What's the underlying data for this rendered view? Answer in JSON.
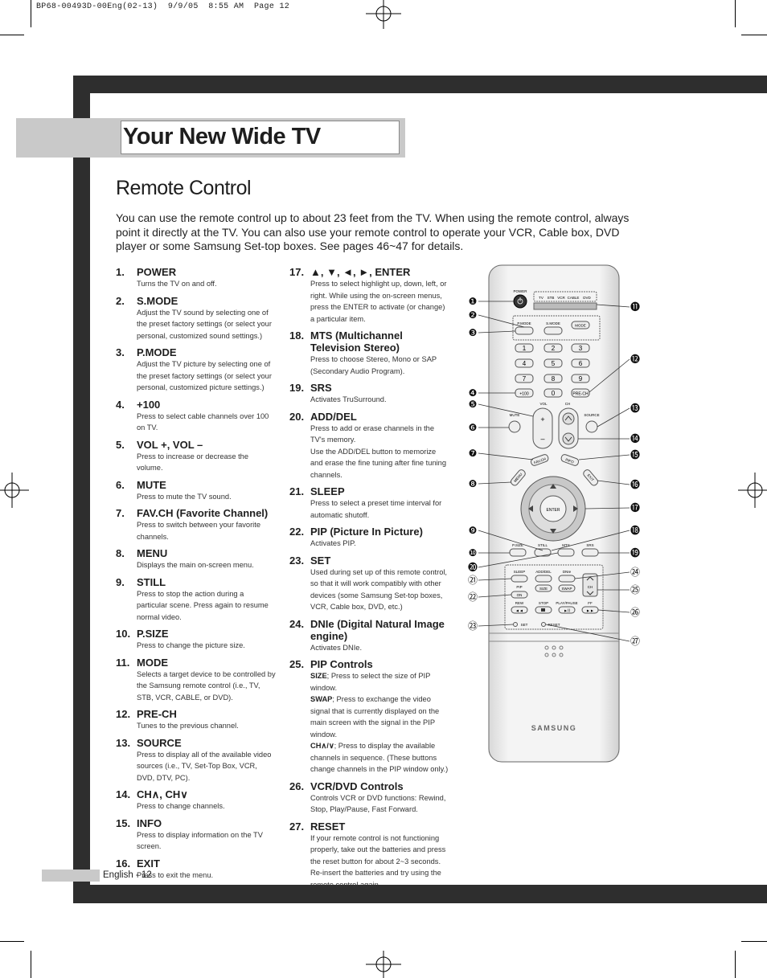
{
  "print_header": "BP68-00493D-00Eng(02-13)  9/9/05  8:55 AM  Page 12",
  "page_title": "Your New Wide TV",
  "section_title": "Remote Control",
  "intro": "You can use the remote control up to about 23 feet from the TV. When using the remote control, always point it directly at the TV. You can also use your remote control to operate your VCR, Cable box, DVD player or some Samsung Set-top boxes. See pages 46~47 for details.",
  "left_items": [
    {
      "num": "1.",
      "name": "POWER",
      "desc": "Turns the TV on and off."
    },
    {
      "num": "2.",
      "name": "S.MODE",
      "desc": "Adjust the TV sound by selecting one of the preset factory settings (or select your personal, customized sound settings.)"
    },
    {
      "num": "3.",
      "name": "P.MODE",
      "desc": "Adjust the TV picture by selecting one of the preset factory settings (or select your personal, customized picture settings.)"
    },
    {
      "num": "4.",
      "name": "+100",
      "desc": "Press to select cable channels over 100 on TV."
    },
    {
      "num": "5.",
      "name": "VOL +, VOL –",
      "desc": "Press to increase or decrease the volume."
    },
    {
      "num": "6.",
      "name": "MUTE",
      "desc": "Press to mute the TV sound."
    },
    {
      "num": "7.",
      "name": "FAV.CH (Favorite Channel)",
      "desc": "Press to switch between your favorite channels."
    },
    {
      "num": "8.",
      "name": "MENU",
      "desc": "Displays the main on-screen menu."
    },
    {
      "num": "9.",
      "name": "STILL",
      "desc": "Press to stop the action during a particular scene. Press again to resume normal video."
    },
    {
      "num": "10.",
      "name": "P.SIZE",
      "desc": "Press to change the picture size."
    },
    {
      "num": "11.",
      "name": "MODE",
      "desc": "Selects a target device to be controlled by the Samsung remote control (i.e., TV, STB, VCR, CABLE, or DVD)."
    },
    {
      "num": "12.",
      "name": "PRE-CH",
      "desc": "Tunes to the previous channel."
    },
    {
      "num": "13.",
      "name": "SOURCE",
      "desc": "Press to display all of the available video sources (i.e., TV, Set-Top Box, VCR, DVD, DTV, PC)."
    },
    {
      "num": "14.",
      "name": "CH∧, CH∨",
      "desc": "Press to change channels."
    },
    {
      "num": "15.",
      "name": "INFO",
      "desc": "Press to display information on the TV screen."
    },
    {
      "num": "16.",
      "name": "EXIT",
      "desc": "Press to exit the menu."
    }
  ],
  "right_items": [
    {
      "num": "17.",
      "name": "▲, ▼, ◄, ►, ENTER",
      "desc": "Press to select highlight up, down, left, or right. While using the on-screen menus, press the ENTER to activate (or change) a particular item."
    },
    {
      "num": "18.",
      "name": "MTS (Multichannel Television Stereo)",
      "desc": "Press to choose Stereo, Mono or SAP (Secondary Audio Program)."
    },
    {
      "num": "19.",
      "name": "SRS",
      "desc": "Activates TruSurround."
    },
    {
      "num": "20.",
      "name": "ADD/DEL",
      "desc": "Press to add or erase channels in the TV's memory.",
      "desc2": "Use the ADD/DEL button to memorize and erase the fine tuning after fine tuning channels."
    },
    {
      "num": "21.",
      "name": "SLEEP",
      "desc": "Press to select a preset time interval for automatic shutoff."
    },
    {
      "num": "22.",
      "name": "PIP (Picture In Picture)",
      "desc": "Activates PIP."
    },
    {
      "num": "23.",
      "name": "SET",
      "desc": "Used during set up of this remote control, so that it will work compatibly with other devices (some Samsung Set-top boxes, VCR, Cable box, DVD, etc.)"
    },
    {
      "num": "24.",
      "name": "DNIe (Digital Natural Image engine)",
      "desc": "Activates DNIe."
    },
    {
      "num": "25.",
      "name": "PIP Controls",
      "parts": [
        {
          "term": "SIZE",
          "text": "; Press to select the size of PIP window."
        },
        {
          "term": "SWAP",
          "text": "; Press to exchange the video signal that is currently displayed on the main screen with the signal in the PIP window."
        },
        {
          "term": "CH∧/∨",
          "text": "; Press to display the available channels in sequence. (These buttons change channels in the PIP window only.)"
        }
      ]
    },
    {
      "num": "26.",
      "name": "VCR/DVD Controls",
      "desc": "Controls VCR or DVD functions: Rewind, Stop, Play/Pause, Fast Forward."
    },
    {
      "num": "27.",
      "name": "RESET",
      "desc": "If your remote control is not functioning properly, take out the batteries and press the reset button for about 2~3 seconds.  Re-insert the batteries and try using the remote control again."
    }
  ],
  "remote": {
    "power": "POWER",
    "modes": [
      "TV",
      "STB",
      "VCR",
      "CABLE",
      "DVD"
    ],
    "pmode": "P.MODE",
    "smode": "S.MODE",
    "mode": "MODE",
    "digits": [
      "1",
      "2",
      "3",
      "4",
      "5",
      "6",
      "7",
      "8",
      "9"
    ],
    "plus100": "+100",
    "zero": "0",
    "prech": "PRE-CH",
    "mute": "MUTE",
    "vol": "VOL",
    "ch": "CH",
    "source": "SOURCE",
    "favch": "FAV.CH",
    "info": "INFO",
    "menu": "MENU",
    "exit": "EXIT",
    "enter": "ENTER",
    "psize": "P.SIZE",
    "still": "STILL",
    "mts": "MTS",
    "srs": "SRS",
    "sleep": "SLEEP",
    "adddel": "ADD/DEL",
    "dnie": "DNIe",
    "pip": "PIP",
    "on": "ON",
    "size": "SIZE",
    "swap": "SWAP",
    "rew": "REW",
    "stop": "STOP",
    "playpause": "PLAY/PAUSE",
    "ff": "FF",
    "set": "SET",
    "reset": "RESET",
    "brand": "SAMSUNG",
    "callouts_left": [
      "❶",
      "❷",
      "❸",
      "❹",
      "❺",
      "❻",
      "❼",
      "❽",
      "❾",
      "❿",
      "⓴",
      "㉑",
      "㉒",
      "㉓"
    ],
    "callouts_right": [
      "⓫",
      "⓬",
      "⓭",
      "⓮",
      "⓯",
      "⓰",
      "⓱",
      "⓲",
      "⓳",
      "㉔",
      "㉕",
      "㉖",
      "㉗"
    ]
  },
  "footer": "English - 12"
}
